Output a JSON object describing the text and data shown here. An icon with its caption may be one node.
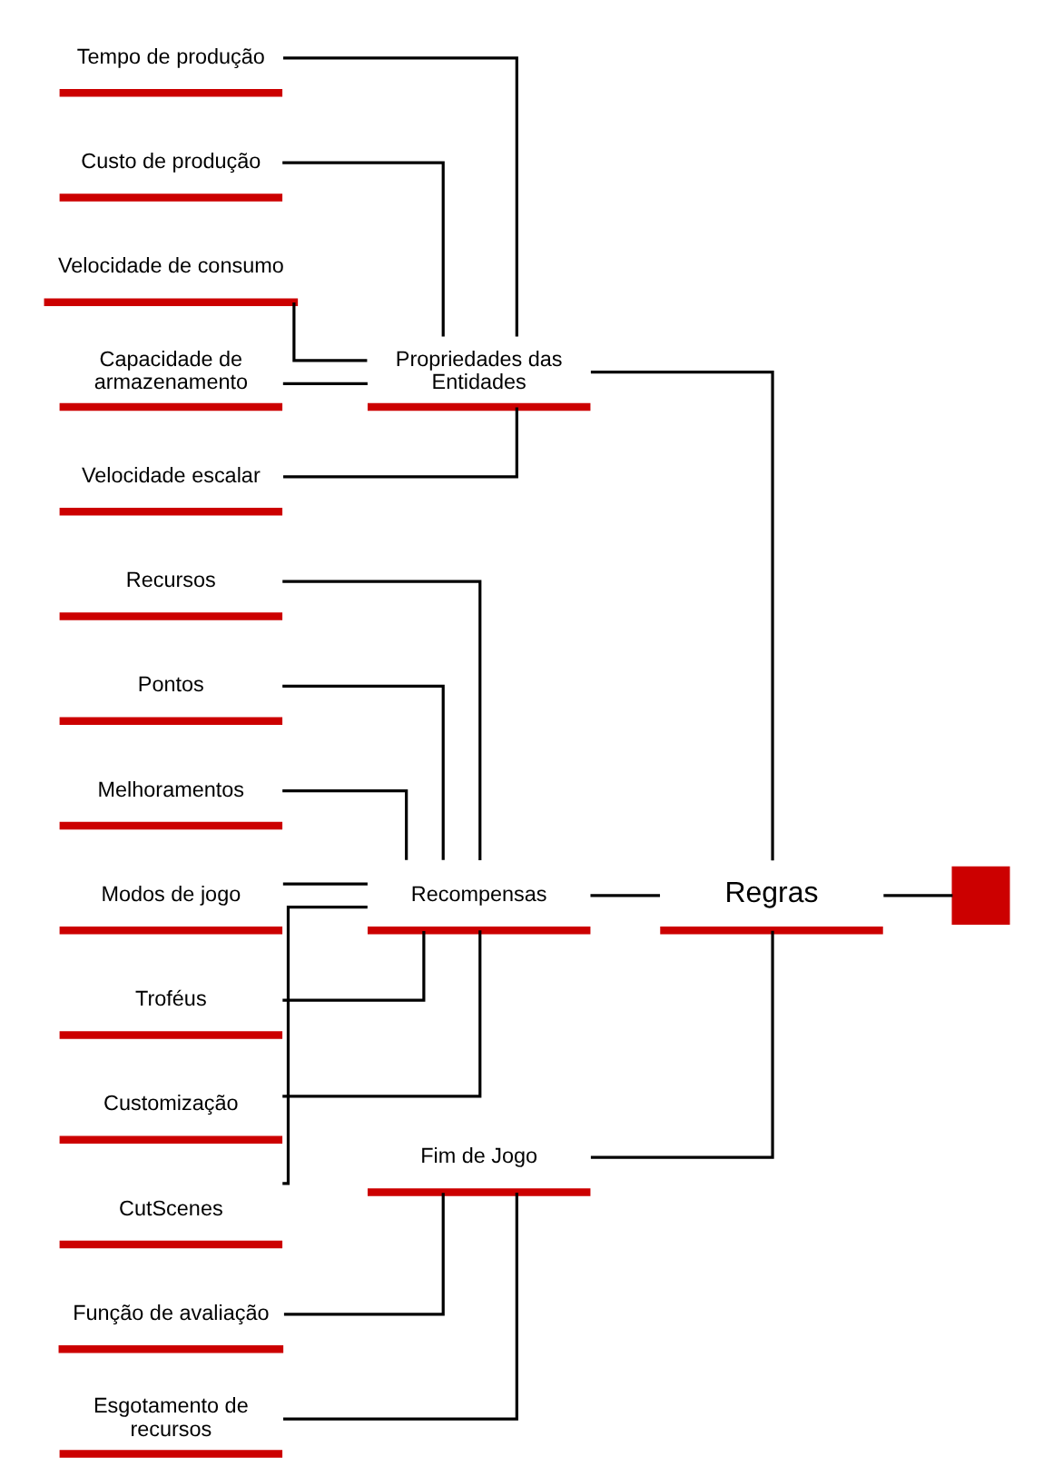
{
  "diagram": {
    "nodes": [
      {
        "text": [
          "Tempo de produção"
        ]
      },
      {
        "text": [
          "Custo de produção"
        ]
      },
      {
        "text": [
          "Velocidade de consumo"
        ]
      },
      {
        "text": [
          "Capacidade de armazenamento"
        ]
      },
      {
        "text": [
          "Velocidade escalar"
        ]
      },
      {
        "text": [
          "Propriedades das Entidades"
        ]
      },
      {
        "text": [
          "Regras"
        ]
      },
      {
        "text": [
          "Recursos"
        ]
      },
      {
        "text": [
          "Pontos"
        ]
      },
      {
        "text": [
          "Melhoramentos"
        ]
      },
      {
        "text": [
          "Modos de jogo"
        ]
      },
      {
        "text": [
          "Recompensas"
        ]
      },
      {
        "text": [
          "Troféus"
        ]
      },
      {
        "text": [
          "Customização"
        ]
      },
      {
        "text": [
          "CutScenes"
        ]
      },
      {
        "text": [
          "Função de avaliação"
        ]
      },
      {
        "text": [
          "Esgotamento de recursos"
        ]
      },
      {
        "text": [
          "Fim de Jogo"
        ]
      },
      {
        "text": [],
        "shape": "box"
      }
    ],
    "edges": [
      {
        "from": 0,
        "to": 5,
        "arrow": "none"
      },
      {
        "from": 1,
        "to": 5,
        "arrow": "none"
      },
      {
        "from": 2,
        "to": 5,
        "arrow": "none"
      },
      {
        "from": 3,
        "to": 5,
        "arrow": "none"
      },
      {
        "from": 4,
        "to": 5,
        "arrow": "none"
      },
      {
        "from": 7,
        "to": 11,
        "arrow": "none"
      },
      {
        "from": 8,
        "to": 11,
        "arrow": "none"
      },
      {
        "from": 9,
        "to": 11,
        "arrow": "none"
      },
      {
        "from": 10,
        "to": 11,
        "arrow": "none"
      },
      {
        "from": 12,
        "to": 11,
        "arrow": "none"
      },
      {
        "from": 13,
        "to": 11,
        "arrow": "none"
      },
      {
        "from": 14,
        "to": 11,
        "arrow": "none"
      },
      {
        "from": 15,
        "to": 17,
        "arrow": "none"
      },
      {
        "from": 16,
        "to": 17,
        "arrow": "none"
      },
      {
        "from": 5,
        "to": 6,
        "arrow": "none"
      },
      {
        "from": 11,
        "to": 6,
        "arrow": "none"
      },
      {
        "from": 17,
        "to": 6,
        "arrow": "none"
      },
      {
        "from": 6,
        "to": 18,
        "arrow": "none"
      }
    ]
  }
}
